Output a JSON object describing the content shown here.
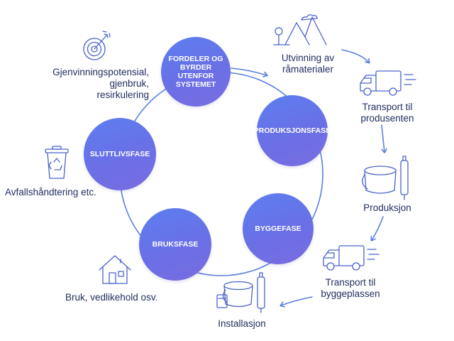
{
  "colors": {
    "phase_fill": "#6675ea",
    "line": "#5a7fe0",
    "text": "#1f2c5c",
    "icon": "#4a63c9"
  },
  "phases": [
    {
      "id": "fordeler",
      "label": "FORDELER OG\nBYRDER\nUTENFOR\nSYSTEMET"
    },
    {
      "id": "produksjon",
      "label": "PRODUKSJONSFASE"
    },
    {
      "id": "bygge",
      "label": "BYGGEFASE"
    },
    {
      "id": "bruk",
      "label": "BRUKSFASE"
    },
    {
      "id": "sluttliv",
      "label": "SLUTTLIVSFASE"
    }
  ],
  "labels": {
    "gjenvinning": "Gjenvinningspotensial,\ngjenbruk,\nresirkulering",
    "avfall": "Avfallshåndtering etc.",
    "bruk": "Bruk, vedlikehold osv.",
    "utvinning": "Utvinning av\nråmaterialer",
    "transport_produsent": "Transport til\nprodusenten",
    "produksjon": "Produksjon",
    "transport_bygg": "Transport til\nbyggeplassen",
    "installasjon": "Installasjon"
  },
  "icons": [
    "target-icon",
    "recycle-bin-icon",
    "house-icon",
    "mountains-icon",
    "truck-icon",
    "paint-bucket-icon",
    "truck-icon",
    "paint-tools-icon"
  ]
}
